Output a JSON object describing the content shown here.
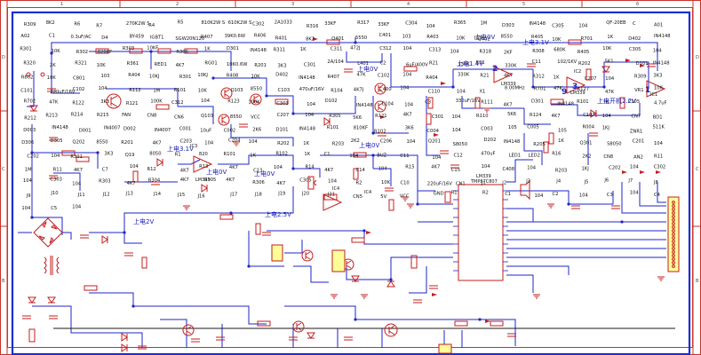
{
  "frame": {
    "grid_top": [
      "1",
      "2",
      "3",
      "4",
      "5",
      "6"
    ],
    "grid_side": [
      "D",
      "C",
      "B"
    ]
  },
  "labels": [
    "R309",
    "8K2",
    "R6",
    "R7",
    "270K2W S",
    "R4",
    "R5",
    "810K2W S",
    "610K2W S",
    "C302",
    "2A1033",
    "R316",
    "33KF",
    "R317",
    "33KF",
    "C304",
    "104",
    "R365",
    "1M",
    "D303",
    "IN4148",
    "C305",
    "104",
    "QF-20EB",
    "C",
    "A01",
    "A02",
    "C1",
    "0.3uF/AC",
    "D4",
    "BY459",
    "IGBT1",
    "SGW20N120",
    "R407",
    "39K0.6W",
    "R406",
    "R401",
    "8K2",
    "Q401",
    "5550",
    "C401",
    "103",
    "R403",
    "10K",
    "Q402",
    "8550",
    "R405",
    "10K",
    "R701",
    "1K",
    "D402",
    "IN4148",
    "R301",
    "10K",
    "R302",
    "820KF",
    "R303",
    "10KF",
    "R306",
    "1K",
    "D301",
    "IN4148",
    "R311",
    "1K",
    "C311",
    "472J",
    "C312",
    "104",
    "C313",
    "104",
    "R318",
    "2KF",
    "R308",
    "680K",
    "R405",
    "10K",
    "C305",
    "104",
    "R320",
    "2K",
    "R321",
    "10K",
    "R361",
    "RED1",
    "4K7",
    "RG01",
    "10K0.6W",
    "R201",
    "3K3",
    "C301",
    "2A/104",
    "L401",
    "C2",
    "6uF/400V",
    "R21",
    "330K",
    "R31",
    "330K",
    "C11",
    "102/1KV",
    "R202",
    "5K1",
    "D101",
    "IN4148",
    "R802",
    "10K",
    "C801",
    "103",
    "R404",
    "10KJ",
    "R301",
    "10KJ",
    "R408",
    "10K",
    "D402",
    "IN4148",
    "R407",
    "47K",
    "C102",
    "104",
    "R404",
    "330K",
    "R21",
    "4K7",
    "R312",
    "1K",
    "C207",
    "104",
    "R309",
    "3K3",
    "C101",
    "220uF/16V",
    "C102",
    "104",
    "R112",
    "1M",
    "R101",
    "10K",
    "Q103",
    "8550",
    "C103",
    "470uF/16V",
    "R104",
    "4K7J",
    "C400",
    "104",
    "C110",
    "104",
    "X1",
    "8.00MHz",
    "R701",
    "47K",
    "R127",
    "47K",
    "VR1",
    "10K",
    "R702",
    "47K",
    "R122",
    "3K3",
    "R121",
    "100K",
    "C312",
    "104",
    "R123",
    "100K",
    "C303",
    "104",
    "D102",
    "IN4148",
    "C104",
    "104",
    "C3",
    "330uF/16V",
    "R111",
    "4K7",
    "D301",
    "IN4148",
    "R101",
    "1K",
    "C105",
    "4.7uF",
    "R212",
    "R213",
    "R214",
    "R215",
    "FAN",
    "CN8",
    "CN6",
    "Q103",
    "8550",
    "VCC",
    "C207",
    "104",
    "R305",
    "5K6",
    "R121",
    "4K7",
    "C301",
    "104",
    "R110",
    "5K6",
    "R124",
    "4K7",
    "C107",
    "104",
    "CN7",
    "BD1",
    "D003",
    "IN4148",
    "D001",
    "IN4007",
    "D002",
    "IN4007",
    "C001",
    "10uF",
    "C002",
    "2K6",
    "D101",
    "IN4148",
    "R101",
    "810KF",
    "R102",
    "3K6",
    "C004",
    "104",
    "C003",
    "105",
    "C005",
    "105",
    "R004",
    "1KJ",
    "ZNR1",
    "511K",
    "D306",
    "D305",
    "Q202",
    "8550",
    "R201",
    "4K7",
    "C203",
    "104",
    "C204",
    "104",
    "R202",
    "1K",
    "R203",
    "2K2",
    "C206",
    "104",
    "Q201",
    "S8050",
    "D202",
    "IN4148",
    "R205",
    "1K",
    "Q301",
    "S8050",
    "C201",
    "104",
    "C202",
    "104",
    "R301",
    "3K3",
    "Q19",
    "8050",
    "R1",
    "820",
    "R101",
    "1K",
    "R102",
    "1K",
    "C1",
    "104",
    "BUZ",
    "C11",
    "104",
    "C12",
    "470uF",
    "LED1",
    "LED2",
    "R16",
    "2K2",
    "CN8",
    "AN2",
    "R11",
    "1M",
    "R11",
    "4K7",
    "C7",
    "104",
    "R12",
    "4K7",
    "R13",
    "4K7",
    "C13",
    "104",
    "R14",
    "4K7",
    "C14",
    "104",
    "R15",
    "4K7",
    "C15",
    "104",
    "C408",
    "104",
    "R203",
    "1KJ",
    "C202",
    "104",
    "C302",
    "104",
    "C303",
    "104",
    "R303",
    "4K7",
    "R304",
    "4K7",
    "R305",
    "4K7",
    "R306",
    "4K7",
    "C305",
    "104",
    "R2",
    "10K",
    "C10",
    "220uF/16V",
    "CN1",
    "J1",
    "J2",
    "J3",
    "J4",
    "J5",
    "J6",
    "J7",
    "J8",
    "J9",
    "J10",
    "J11",
    "J12",
    "J13",
    "J14",
    "J15",
    "J16",
    "J17",
    "J18",
    "J19",
    "J20",
    "J21",
    "CN5",
    "5V",
    "VCC",
    "GND",
    "R1",
    "R2",
    "C1",
    "104",
    "C2",
    "104",
    "C3",
    "104",
    "C4",
    "104",
    "C5",
    "104"
  ],
  "zh_labels": [
    "上电3.1V",
    "上电1.4V",
    "上电0V",
    "上电0V",
    "上电开机2.2V",
    "上电3.1V",
    "上电0V",
    "上电2.5V",
    "上电2V",
    "上电0V",
    "上电0V"
  ],
  "ic_labels": [
    "IC1",
    "LM339",
    "IC2",
    "LM339",
    "IC3",
    "IC3",
    "IC4",
    "TMP87C807",
    "LM339",
    "LM339",
    "IC4"
  ],
  "pin_numbers": [
    "1",
    "2",
    "3",
    "9"
  ]
}
